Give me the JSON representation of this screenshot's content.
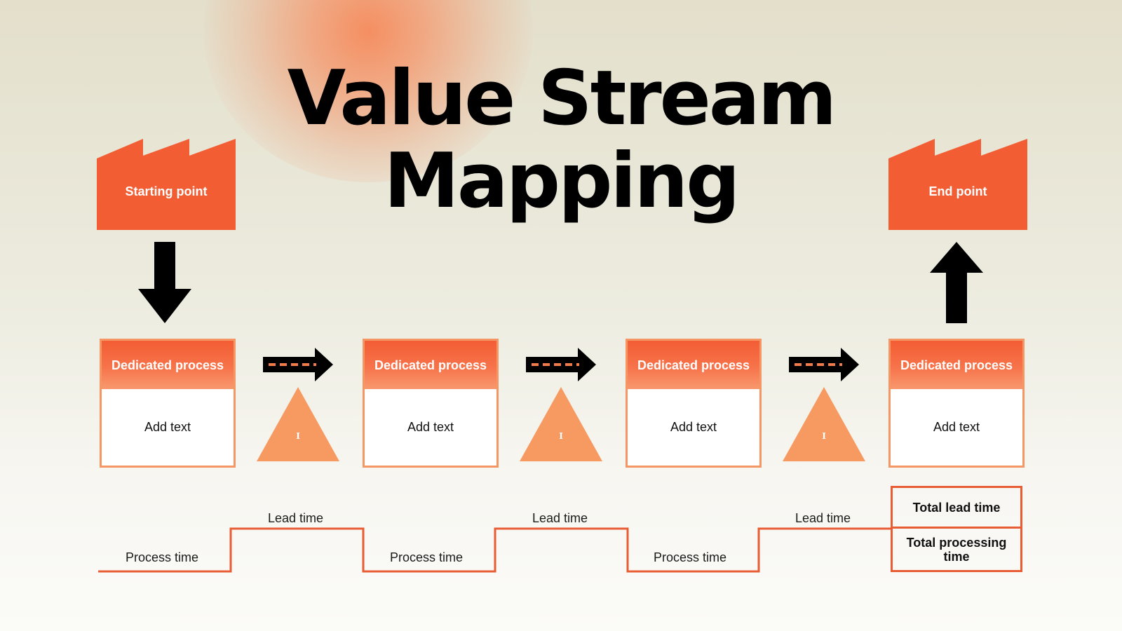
{
  "title": {
    "line1": "Value Stream",
    "line2": "Mapping"
  },
  "colors": {
    "accent": "#f35d34",
    "accent_light": "#f8996e",
    "timeline": "#e95d35",
    "text_dark": "#111111"
  },
  "start": {
    "label": "Starting point",
    "icon": "factory-icon"
  },
  "end": {
    "label": "End point",
    "icon": "factory-icon"
  },
  "processes": [
    {
      "title": "Dedicated process",
      "body": "Add text"
    },
    {
      "title": "Dedicated process",
      "body": "Add text"
    },
    {
      "title": "Dedicated process",
      "body": "Add text"
    },
    {
      "title": "Dedicated process",
      "body": "Add text"
    }
  ],
  "inventory": {
    "label": "I",
    "icon": "inventory-triangle-icon"
  },
  "timeline": {
    "lead_time_label": "Lead time",
    "process_time_label": "Process time"
  },
  "totals": {
    "lead": "Total lead time",
    "processing": "Total processing time"
  },
  "icons": {
    "down_arrow": "down-arrow-icon",
    "up_arrow": "up-arrow-icon",
    "push_arrow": "push-arrow-icon"
  }
}
